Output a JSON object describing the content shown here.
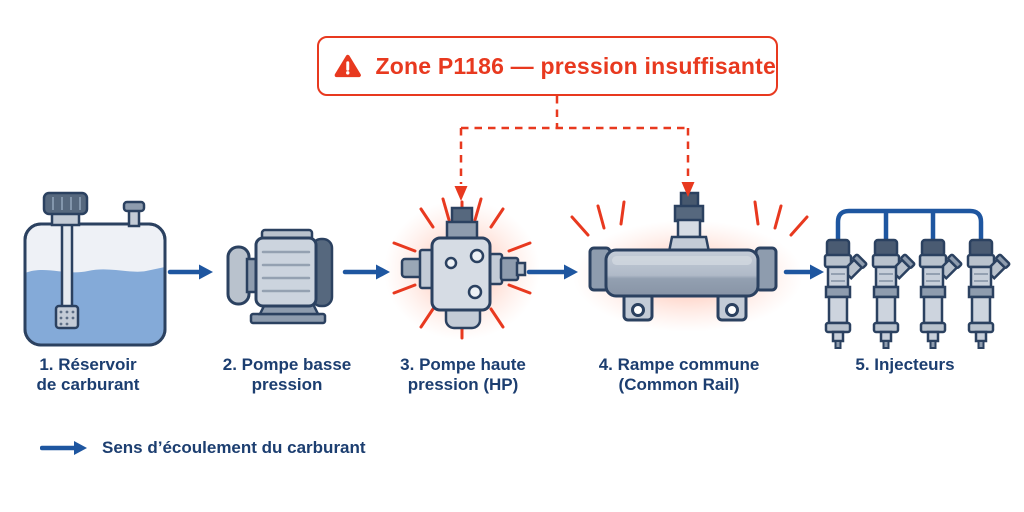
{
  "banner": {
    "text": "Zone P1186 — pression insuffisante"
  },
  "components": {
    "tank": {
      "line1": "1. Réservoir",
      "line2": "de carburant"
    },
    "low_pump": {
      "line1": "2. Pompe basse",
      "line2": "pression"
    },
    "hp_pump": {
      "line1": "3. Pompe haute",
      "line2": "pression (HP)"
    },
    "rail": {
      "line1": "4. Rampe commune",
      "line2": "(Common Rail)"
    },
    "injectors": {
      "line1": "5. Injecteurs",
      "line2": ""
    }
  },
  "legend": {
    "text": "Sens d’écoulement du carburant"
  },
  "icons": [
    "warning-triangle-icon",
    "flow-arrow-icon"
  ],
  "colors": {
    "alert_red": "#e8391f",
    "flow_blue": "#1e56a0",
    "label_navy": "#1c3e70",
    "outline_navy": "#2b4160",
    "fuel_blue": "#84aad8",
    "metal_light": "#ccd4de",
    "metal_mid": "#b9c2cd",
    "metal_dark": "#56687e",
    "glow_pink": "#ffb9a6"
  }
}
